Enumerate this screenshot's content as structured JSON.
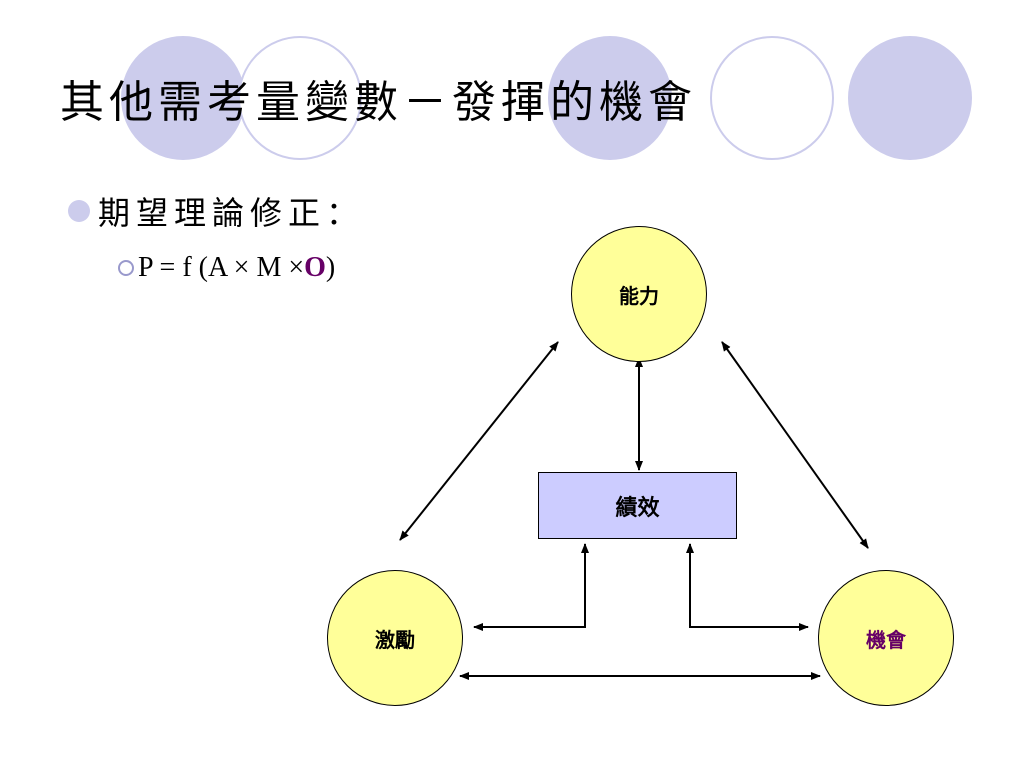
{
  "slide": {
    "title": "其他需考量變數－發揮的機會",
    "bullet": "期望理論修正：",
    "formula": {
      "prefix": "P = f (A × M × ",
      "emphasis": "O",
      "suffix": ")"
    }
  },
  "diagram": {
    "top_node": "能力",
    "center_box": "績效",
    "left_node": "激勵",
    "right_node": "機會"
  },
  "colors": {
    "decoration": "#ccccec",
    "node_fill": "#ffff99",
    "box_fill": "#ccccff",
    "emphasis": "#660066"
  }
}
